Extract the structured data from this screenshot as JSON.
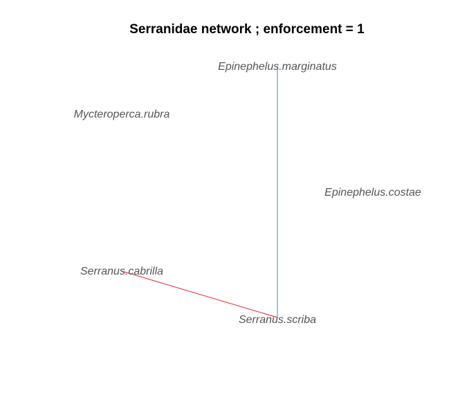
{
  "title": "Serranidae network ; enforcement = 1",
  "label_color": "#555555",
  "nodes": [
    {
      "id": "Epinephelus.marginatus",
      "label": "Epinephelus.marginatus"
    },
    {
      "id": "Mycteroperca.rubra",
      "label": "Mycteroperca.rubra"
    },
    {
      "id": "Epinephelus.costae",
      "label": "Epinephelus.costae"
    },
    {
      "id": "Serranus.cabrilla",
      "label": "Serranus.cabrilla"
    },
    {
      "id": "Serranus.scriba",
      "label": "Serranus.scriba"
    }
  ],
  "edges": [
    {
      "source": "Epinephelus.marginatus",
      "target": "Serranus.scriba",
      "color": "#3b8fbf"
    },
    {
      "source": "Serranus.cabrilla",
      "target": "Serranus.scriba",
      "color": "#e0202a"
    }
  ]
}
